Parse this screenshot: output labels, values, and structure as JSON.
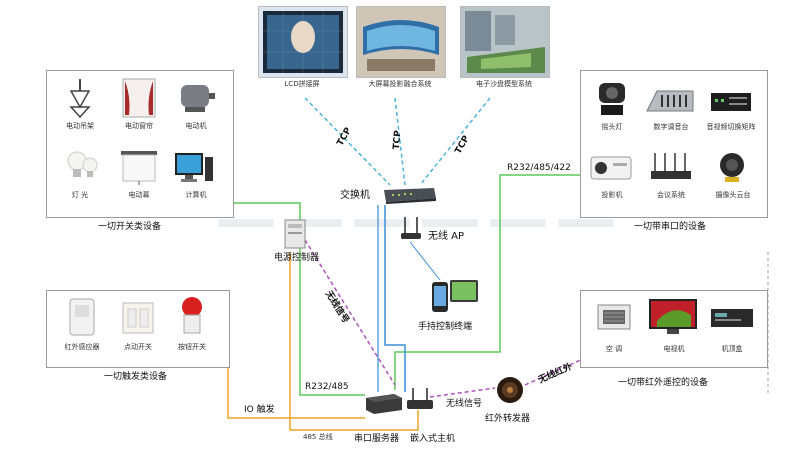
{
  "colors": {
    "tcp_line": "#4cb3d9",
    "green_line": "#5fc75a",
    "orange_line": "#f0a028",
    "blue_line": "#3a8fd9",
    "wireless_line": "#b050c0",
    "box_border": "#9a9a9a"
  },
  "top_devices": [
    {
      "label": "LCD拼接屏",
      "icon": "lcd-wall-icon"
    },
    {
      "label": "大屏幕投影融合系统",
      "icon": "projection-fusion-icon"
    },
    {
      "label": "电子沙盘模型系统",
      "icon": "sand-table-icon"
    }
  ],
  "tcp_labels": [
    "TCP",
    "TCP",
    "TCP"
  ],
  "switch_label": "交换机",
  "ap_label": "无线 AP",
  "handheld_label": "手持控制终端",
  "power_label": "电源控制器",
  "wireless_signal_1": "无线信号",
  "wireless_signal_2": "无线信号",
  "wireless_ir": "无线红外",
  "ir_transmitter_label": "红外转发器",
  "r232_right": "R232/485/422",
  "r232_left": "R232/485",
  "io_label": "IO 触发",
  "bus485_label": "485 总线",
  "serial_server_label": "串口服务器",
  "host_label": "嵌入式主机",
  "switch_group": {
    "caption": "一切开关类设备",
    "items": [
      "电动吊架",
      "电动窗帘",
      "电动机",
      "灯  光",
      "电动幕",
      "计算机"
    ]
  },
  "serial_group": {
    "caption": "一切带串口的设备",
    "items": [
      "摇头灯",
      "数字调音台",
      "音视频切换矩阵",
      "投影机",
      "会议系统",
      "摄像头云台"
    ]
  },
  "trigger_group": {
    "caption": "一切触发类设备",
    "items": [
      "红外感应器",
      "点动开关",
      "按钮开关"
    ]
  },
  "ir_group": {
    "caption": "一切带红外遥控的设备",
    "items": [
      "空  调",
      "电视机",
      "机顶盒"
    ]
  }
}
